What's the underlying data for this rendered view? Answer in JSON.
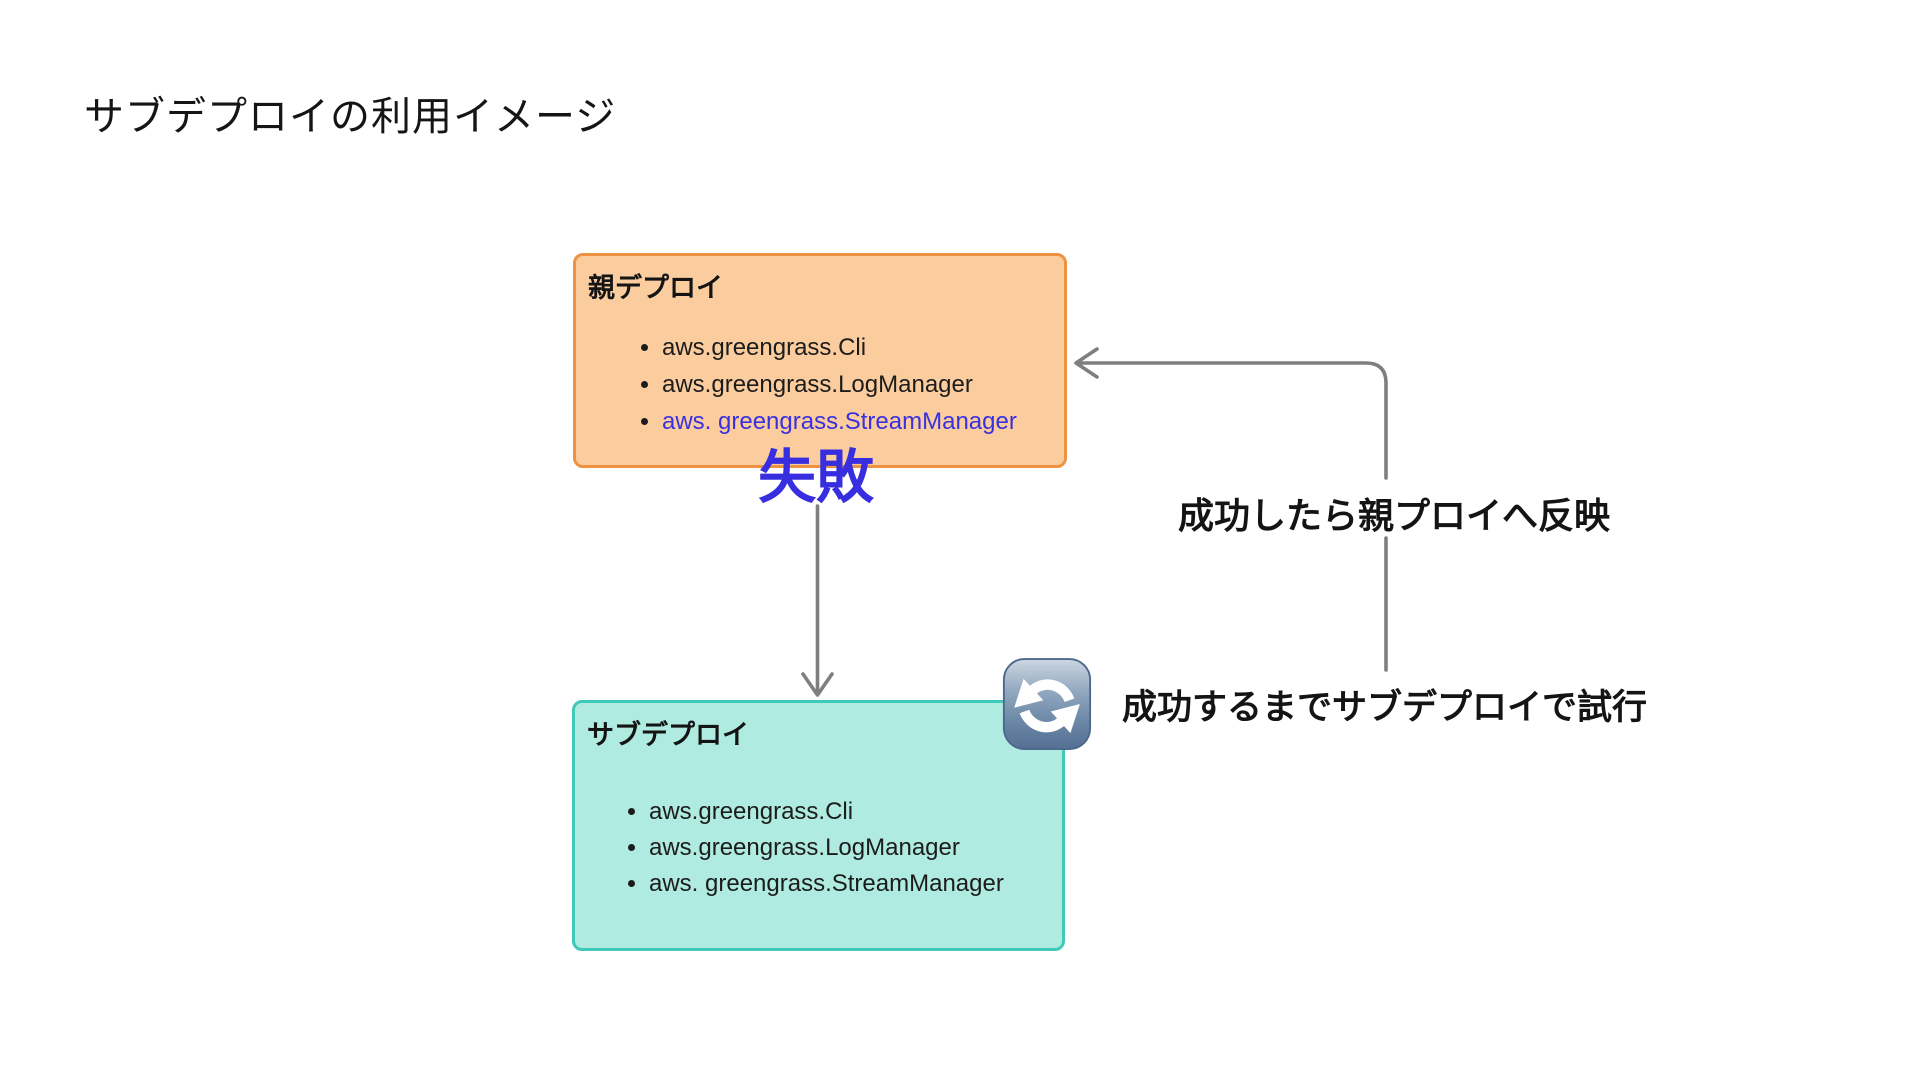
{
  "title": "サブデプロイの利用イメージ",
  "parent_box": {
    "title": "親デプロイ",
    "items": [
      {
        "text": "aws.greengrass.Cli"
      },
      {
        "text": "aws.greengrass.LogManager"
      },
      {
        "text": "aws. greengrass.StreamManager",
        "highlighted": true
      }
    ]
  },
  "sub_box": {
    "title": "サブデプロイ",
    "items": [
      {
        "text": "aws.greengrass.Cli"
      },
      {
        "text": "aws.greengrass.LogManager"
      },
      {
        "text": "aws. greengrass.StreamManager"
      }
    ]
  },
  "fail_label": "失敗",
  "annotations": {
    "reflect": "成功したら親プロイへ反映",
    "retry": "成功するまでサブデプロイで試行"
  },
  "icons": {
    "refresh": "refresh-cycle-icon"
  },
  "colors": {
    "parent_box_fill": "#fbcd9e",
    "parent_box_border": "#ec9240",
    "sub_box_fill": "#afebe0",
    "sub_box_border": "#40c9b8",
    "highlight_blue": "#3930df",
    "fail_blue": "#372ee0",
    "arrow_gray": "#7f7f7f",
    "icon_slate": "#64809e"
  }
}
